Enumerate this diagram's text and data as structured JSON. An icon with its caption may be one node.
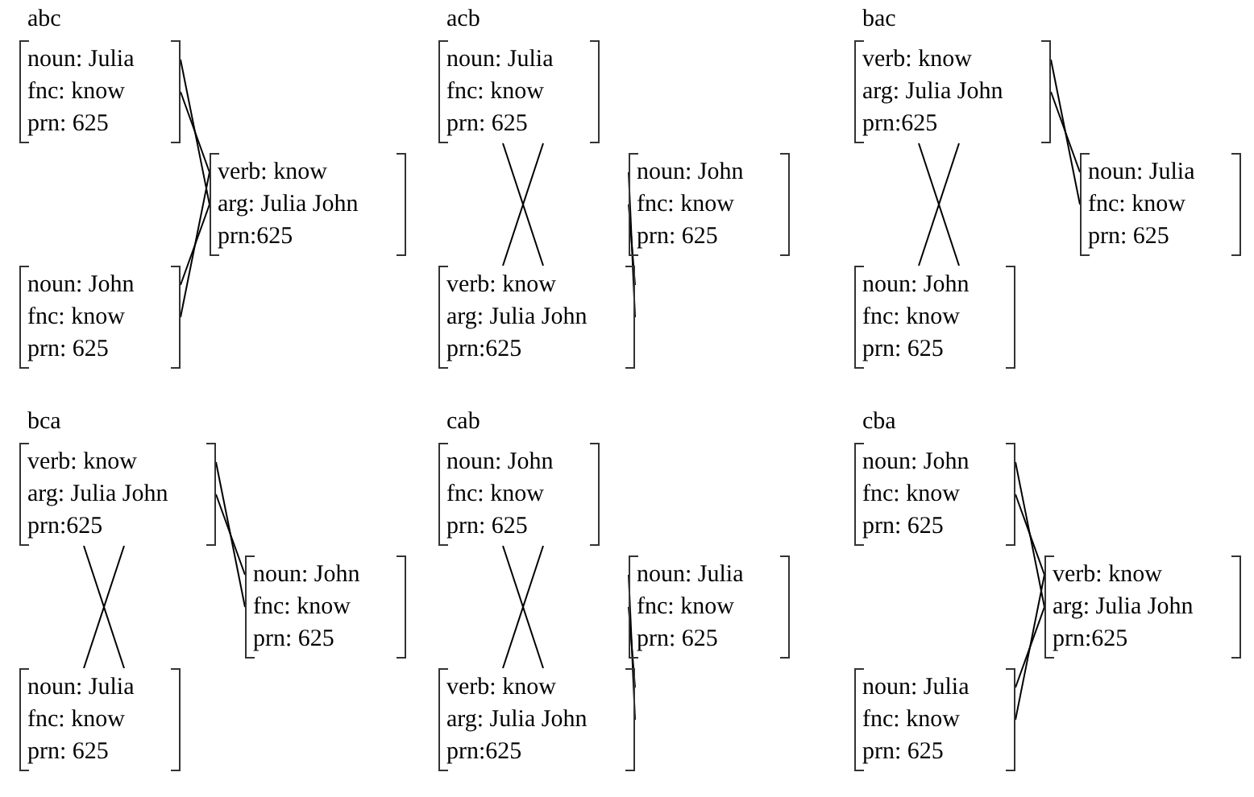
{
  "diagram": {
    "nodes": [
      {
        "text": [
          "noun: Julia",
          "fnc: know",
          "prn: 625"
        ]
      },
      {
        "text": [
          "verb: know",
          "arg: Julia John",
          "prn:625"
        ]
      },
      {
        "text": [
          "noun: John",
          "fnc: know",
          "prn: 625"
        ]
      },
      {
        "text": [
          "noun: Julia",
          "fnc: know",
          "prn: 625"
        ]
      },
      {
        "text": [
          "noun: John",
          "fnc: know",
          "prn: 625"
        ]
      },
      {
        "text": [
          "verb: know",
          "arg: Julia John",
          "prn:625"
        ]
      },
      {
        "text": [
          "verb: know",
          "arg: Julia John",
          "prn:625"
        ]
      },
      {
        "text": [
          "noun: Julia",
          "fnc: know",
          "prn: 625"
        ]
      },
      {
        "text": [
          "noun: John",
          "fnc: know",
          "prn: 625"
        ]
      },
      {
        "text": [
          "verb: know",
          "arg: Julia John",
          "prn:625"
        ]
      },
      {
        "text": [
          "noun: John",
          "fnc: know",
          "prn: 625"
        ]
      },
      {
        "text": [
          "noun: Julia",
          "fnc: know",
          "prn: 625"
        ]
      },
      {
        "text": [
          "noun: John",
          "fnc: know",
          "prn: 625"
        ]
      },
      {
        "text": [
          "noun: Julia",
          "fnc: know",
          "prn: 625"
        ]
      },
      {
        "text": [
          "verb: know",
          "arg: Julia John",
          "prn:625"
        ]
      },
      {
        "text": [
          "noun: John",
          "fnc: know",
          "prn: 625"
        ]
      },
      {
        "text": [
          "verb: know",
          "arg: Julia John",
          "prn:625"
        ]
      },
      {
        "text": [
          "noun: Julia",
          "fnc: know",
          "prn: 625"
        ]
      }
    ],
    "edges": [
      {
        "from": 0,
        "to": 1,
        "arrow": "none"
      },
      {
        "from": 0,
        "to": 1,
        "arrow": "none"
      },
      {
        "from": 2,
        "to": 1,
        "arrow": "none"
      },
      {
        "from": 2,
        "to": 1,
        "arrow": "none"
      },
      {
        "from": 3,
        "to": 5,
        "arrow": "none"
      },
      {
        "from": 3,
        "to": 5,
        "arrow": "none"
      },
      {
        "from": 4,
        "to": 5,
        "arrow": "none"
      },
      {
        "from": 4,
        "to": 5,
        "arrow": "none"
      },
      {
        "from": 7,
        "to": 6,
        "arrow": "none"
      },
      {
        "from": 7,
        "to": 6,
        "arrow": "none"
      },
      {
        "from": 8,
        "to": 6,
        "arrow": "none"
      },
      {
        "from": 8,
        "to": 6,
        "arrow": "none"
      },
      {
        "from": 10,
        "to": 9,
        "arrow": "none"
      },
      {
        "from": 10,
        "to": 9,
        "arrow": "none"
      },
      {
        "from": 11,
        "to": 9,
        "arrow": "none"
      },
      {
        "from": 11,
        "to": 9,
        "arrow": "none"
      },
      {
        "from": 12,
        "to": 14,
        "arrow": "none"
      },
      {
        "from": 12,
        "to": 14,
        "arrow": "none"
      },
      {
        "from": 13,
        "to": 14,
        "arrow": "none"
      },
      {
        "from": 13,
        "to": 14,
        "arrow": "none"
      },
      {
        "from": 15,
        "to": 16,
        "arrow": "none"
      },
      {
        "from": 15,
        "to": 16,
        "arrow": "none"
      },
      {
        "from": 17,
        "to": 16,
        "arrow": "none"
      },
      {
        "from": 17,
        "to": 16,
        "arrow": "none"
      }
    ],
    "labels": [
      "abc",
      "acb",
      "bac",
      "bca",
      "cab",
      "cba"
    ]
  }
}
